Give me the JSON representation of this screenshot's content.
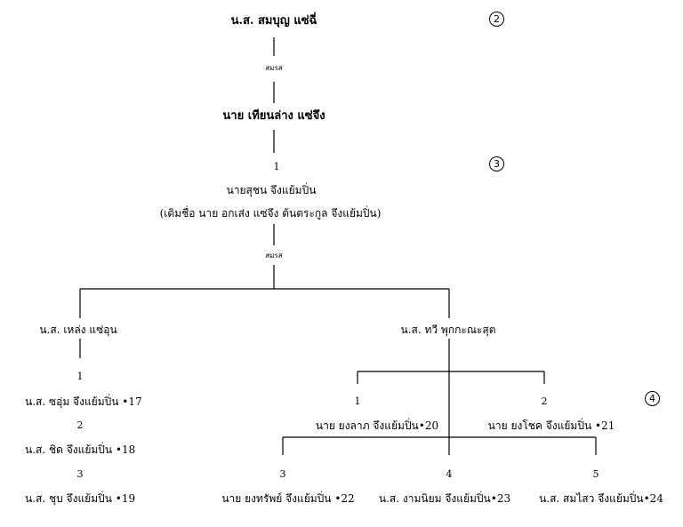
{
  "generation_markers": [
    "2",
    "3",
    "4"
  ],
  "root": {
    "name": "น.ส. สมบุญ แซ่ฉี่",
    "marriage_label": "สมรส",
    "spouse": "นาย เทียนล่าง แซ่จึง"
  },
  "son": {
    "number": "1",
    "name": "นายสุชน จึงแย้มปิ่น",
    "note": "(เดิมชื่อ นาย อกเส่ง แซ่จึง ต้นตระกูล จึงแย้มปิ่น)",
    "marriage_label": "สมรส"
  },
  "wives": [
    {
      "name": "น.ส. เหล่ง แซ่อุน",
      "children": [
        {
          "number": "1",
          "name": "น.ส. ซอุ่ม จึงแย้มปิ่น •17"
        },
        {
          "number": "2",
          "name": "น.ส. ชิด จึงแย้มปิ่น •18"
        },
        {
          "number": "3",
          "name": "น.ส. ชุบ จึงแย้มปิ่น •19"
        }
      ]
    },
    {
      "name": "น.ส. ทวี พุกกะณะสุต",
      "children": [
        {
          "number": "1",
          "name": "นาย ยงลาภ จึงแย้มปิ่น•20"
        },
        {
          "number": "2",
          "name": "นาย ยงโชค จึงแย้มปิ่น •21"
        },
        {
          "number": "3",
          "name": "นาย ยงทรัพย์ จึงแย้มปิ่น •22"
        },
        {
          "number": "4",
          "name": "น.ส. งามนิยม จึงแย้มปิ่น•23"
        },
        {
          "number": "5",
          "name": "น.ส. สมไสว จึงแย้มปิ่น•24"
        }
      ]
    }
  ]
}
